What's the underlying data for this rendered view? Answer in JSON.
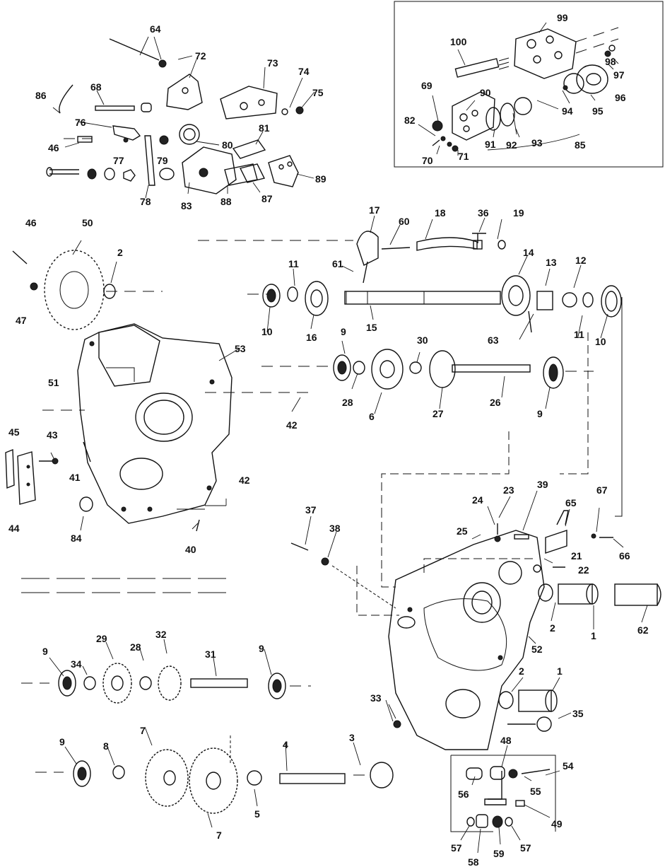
{
  "diagram": {
    "labels": {
      "p1": "1",
      "p2": "2",
      "p3": "3",
      "p4": "4",
      "p5": "5",
      "p6": "6",
      "p7": "7",
      "p8": "8",
      "p9": "9",
      "p10": "10",
      "p11": "11",
      "p12": "12",
      "p13": "13",
      "p14": "14",
      "p15": "15",
      "p16": "16",
      "p17": "17",
      "p18": "18",
      "p19": "19",
      "p21": "21",
      "p22": "22",
      "p23": "23",
      "p24": "24",
      "p25": "25",
      "p26": "26",
      "p27": "27",
      "p28": "28",
      "p29": "29",
      "p30": "30",
      "p31": "31",
      "p32": "32",
      "p33": "33",
      "p34": "34",
      "p35": "35",
      "p36": "36",
      "p37": "37",
      "p38": "38",
      "p39": "39",
      "p40": "40",
      "p41": "41",
      "p42": "42",
      "p43": "43",
      "p44": "44",
      "p45": "45",
      "p46": "46",
      "p47": "47",
      "p48": "48",
      "p49": "49",
      "p50": "50",
      "p51": "51",
      "p52": "52",
      "p53": "53",
      "p54": "54",
      "p55": "55",
      "p56": "56",
      "p57": "57",
      "p58": "58",
      "p59": "59",
      "p60": "60",
      "p61": "61",
      "p62": "62",
      "p63": "63",
      "p64": "64",
      "p65": "65",
      "p66": "66",
      "p67": "67",
      "p68": "68",
      "p69": "69",
      "p70": "70",
      "p71": "71",
      "p72": "72",
      "p73": "73",
      "p74": "74",
      "p75": "75",
      "p76": "76",
      "p77": "77",
      "p78": "78",
      "p79": "79",
      "p80": "80",
      "p81": "81",
      "p82": "82",
      "p83": "83",
      "p84": "84",
      "p85": "85",
      "p86": "86",
      "p87": "87",
      "p88": "88",
      "p89": "89",
      "p90": "90",
      "p91": "91",
      "p92": "92",
      "p93": "93",
      "p94": "94",
      "p95": "95",
      "p96": "96",
      "p97": "97",
      "p98": "98",
      "p99": "99",
      "p100": "100"
    }
  }
}
